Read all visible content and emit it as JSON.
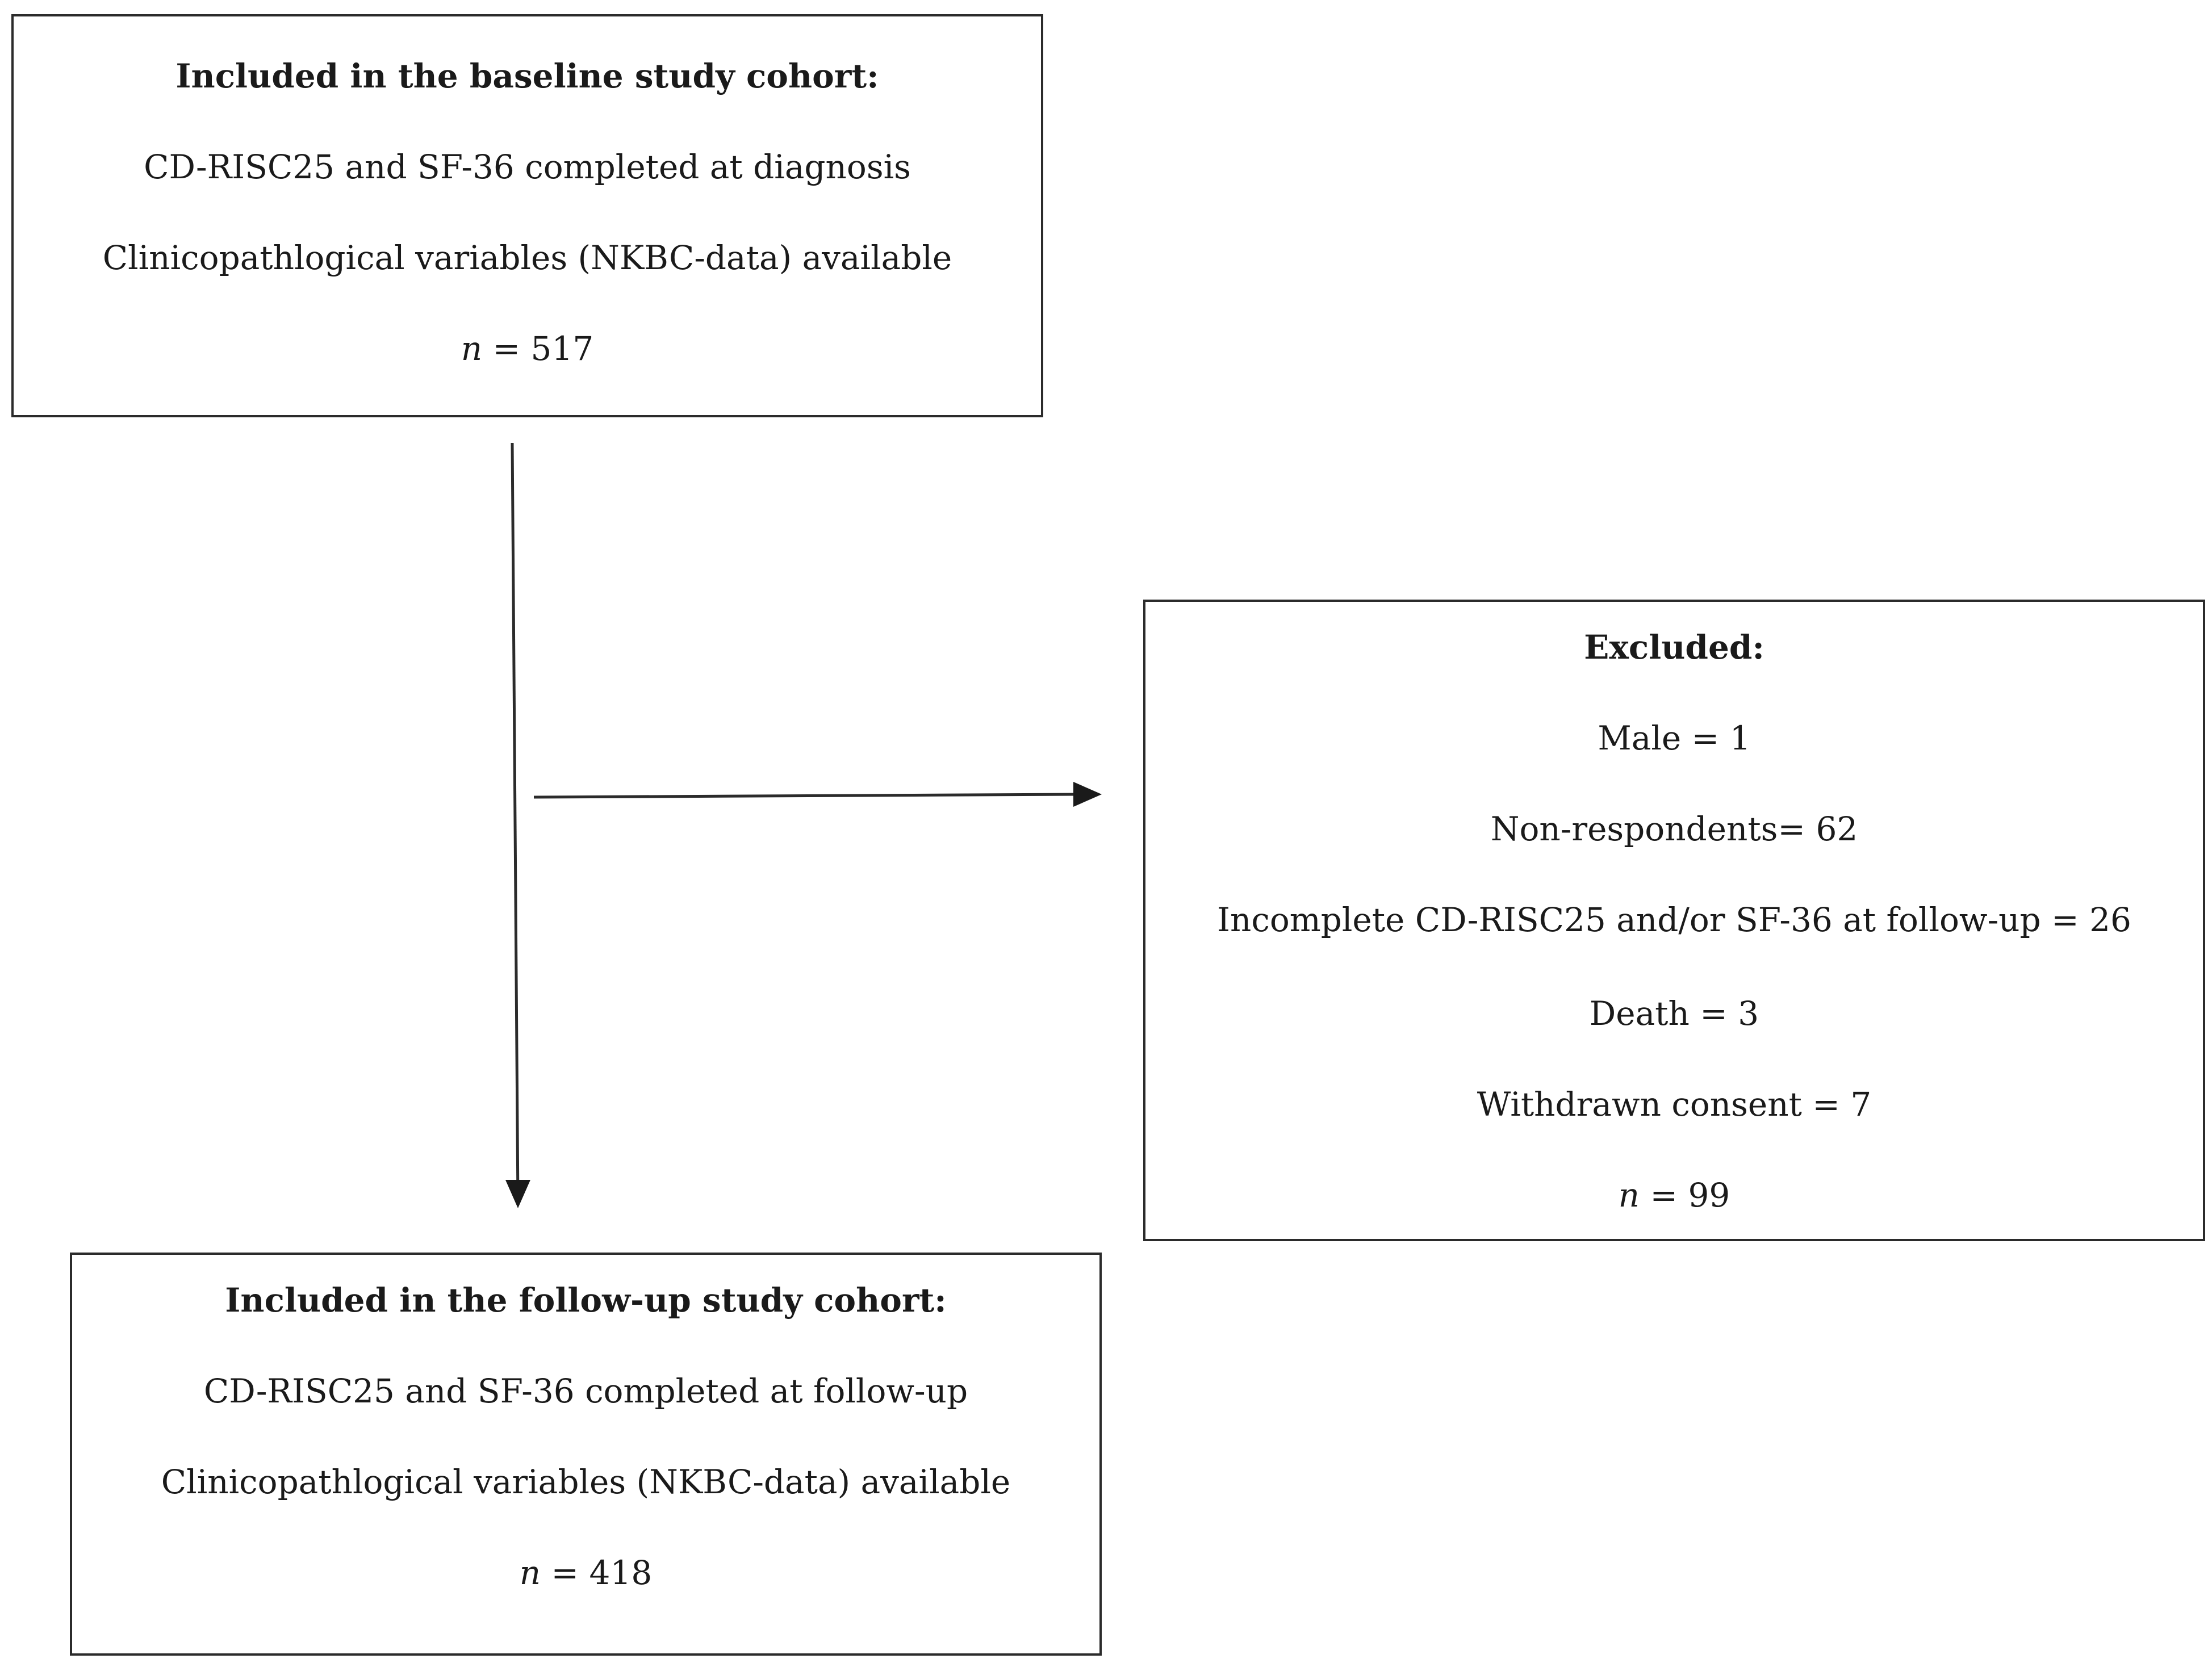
{
  "baseline_box": {
    "heading": "Included in the baseline study cohort:",
    "lines": [
      "CD-RISC25 and SF-36 completed at diagnosis",
      "Clinicopathlogical variables (NKBC-data) available"
    ],
    "n_label": "n",
    "n_value": "= 517"
  },
  "excluded_box": {
    "heading": "Excluded:",
    "lines": [
      "Male = 1",
      "Non-respondents= 62",
      "Incomplete CD-RISC25 and/or SF-36 at follow-up = 26",
      "Death = 3",
      "Withdrawn consent = 7"
    ],
    "n_label": "n",
    "n_value": "= 99"
  },
  "followup_box": {
    "heading": "Included in the follow-up study cohort:",
    "lines": [
      "CD-RISC25 and SF-36 completed at follow-up",
      "Clinicopathlogical variables (NKBC-data) available"
    ],
    "n_label": "n",
    "n_value": "= 418"
  },
  "colors": {
    "stroke": "#2b2b2b",
    "text": "#1a1a1a",
    "background": "#ffffff"
  }
}
